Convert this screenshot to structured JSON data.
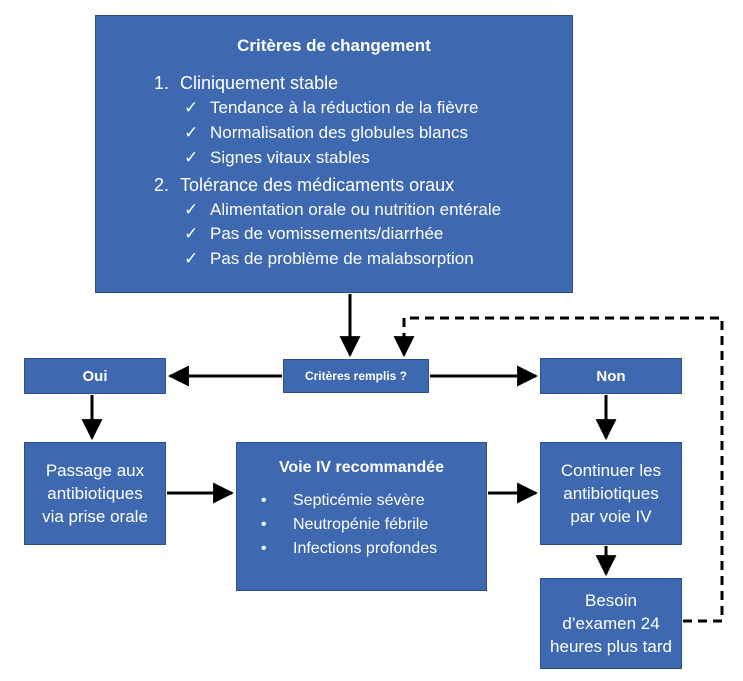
{
  "criteria": {
    "title": "Critères de changement",
    "sections": [
      {
        "num": "1.",
        "label": "Cliniquement stable",
        "items": [
          "Tendance à la réduction de la fièvre",
          "Normalisation des globules blancs",
          "Signes vitaux stables"
        ]
      },
      {
        "num": "2.",
        "label": "Tolérance des médicaments oraux",
        "items": [
          "Alimentation orale ou nutrition entérale",
          "Pas de vomissements/diarrhée",
          "Pas de problème de malabsorption"
        ]
      }
    ],
    "check_symbol": "✓"
  },
  "decision": {
    "question": "Critères remplis ?",
    "yes": "Oui",
    "no": "Non"
  },
  "oral": {
    "lines": [
      "Passage aux",
      "antibiotiques",
      "via prise orale"
    ]
  },
  "iv": {
    "title": "Voie IV recommandée",
    "bullet_symbol": "•",
    "items": [
      "Septicémie sévère",
      "Neutropénie fébrile",
      "Infections profondes"
    ]
  },
  "continue_iv": {
    "lines": [
      "Continuer les",
      "antibiotiques",
      "par voie IV"
    ]
  },
  "reassess": {
    "lines": [
      "Besoin",
      "d’examen 24",
      "heures plus tard"
    ]
  },
  "colors": {
    "box": "#3e68b0",
    "text": "#ffffff",
    "arrow": "#000000"
  }
}
